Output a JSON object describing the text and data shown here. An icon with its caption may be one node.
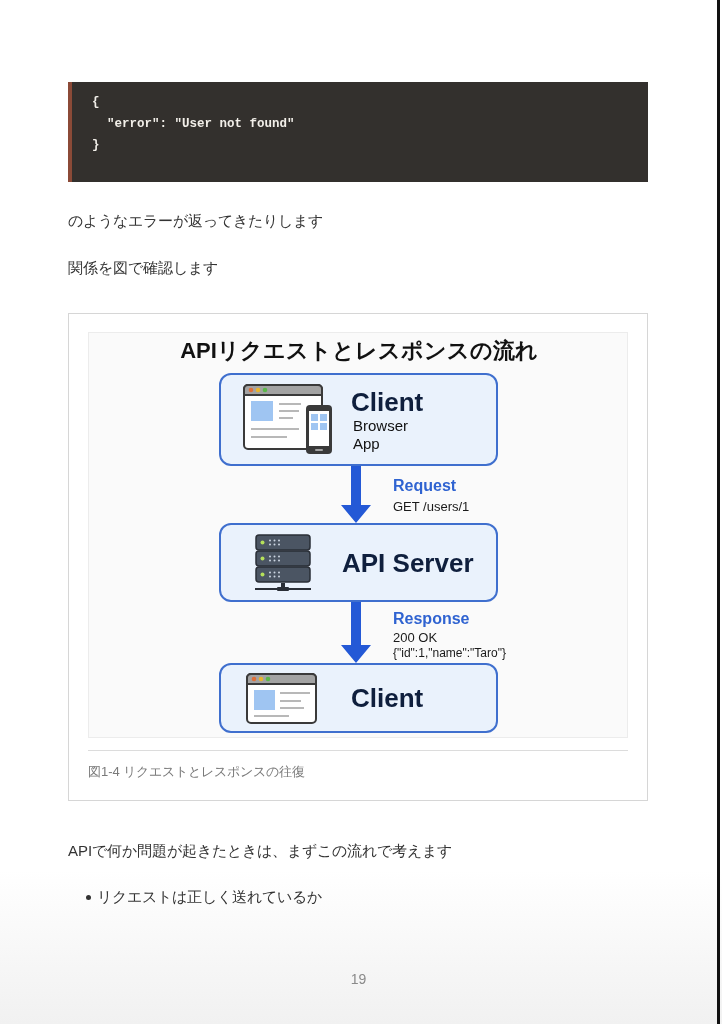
{
  "diagram": {
    "title": "APIリクエストとレスポンスの流れ",
    "caption": "図1-4 リクエストとレスポンスの往復",
    "nodes": [
      {
        "text": [
          "Client",
          "Browser",
          "App"
        ]
      },
      {
        "text": [
          "API Server"
        ]
      },
      {
        "text": [
          "Client"
        ]
      }
    ],
    "edges": [
      {
        "from": 0,
        "to": 1,
        "arrow": "to",
        "label": "Request",
        "style": "thick"
      },
      {
        "from": 1,
        "to": 2,
        "arrow": "to",
        "label": "Response",
        "style": "thick"
      }
    ],
    "labels": [
      "{",
      "\"error\": \"User not found\"",
      "}",
      "のようなエラーが返ってきたりします",
      "関係を図で確認します",
      "GET /users/1",
      "200 OK",
      "{\"id\":1,\"name\":\"Taro\"}",
      "APIで何か問題が起きたときは、まずこの流れで考えます",
      "リクエストは正しく送れているか",
      "19"
    ]
  }
}
